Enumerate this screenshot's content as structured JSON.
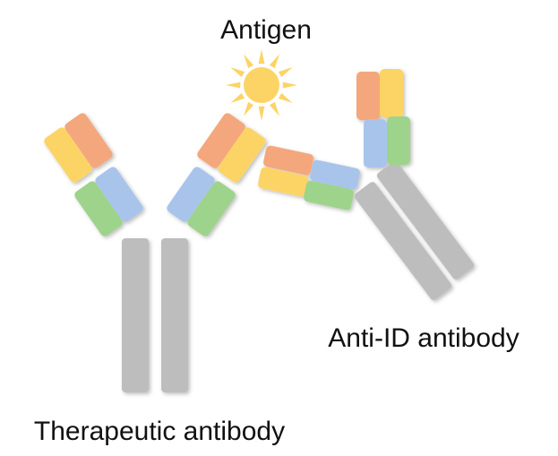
{
  "labels": {
    "antigen": "Antigen",
    "anti_id": "Anti-ID antibody",
    "therapeutic": "Therapeutic antibody"
  },
  "colors": {
    "heavy_constant_1": "#F4A77C",
    "heavy_variable": "#FCD466",
    "light_constant": "#A9C4EA",
    "light_variable": "#9ED38B",
    "fc_chain": "#BDBDBD",
    "antigen_sun": "#FCD466"
  },
  "icons": {
    "antigen": "sun-icon"
  }
}
